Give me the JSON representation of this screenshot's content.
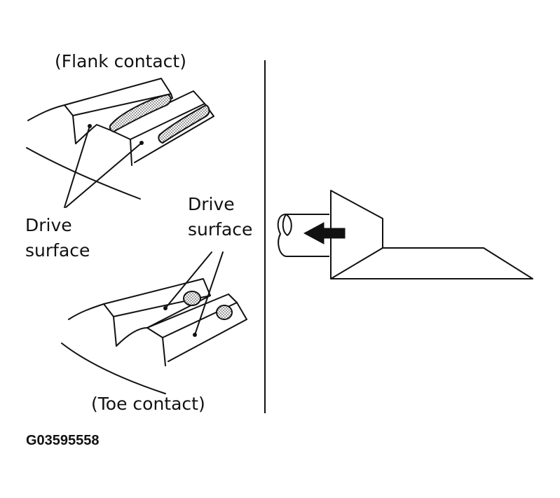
{
  "labels": {
    "flank_contact": "(Flank contact)",
    "toe_contact": "(Toe contact)",
    "drive_surface_left_line1": "Drive",
    "drive_surface_left_line2": "surface",
    "drive_surface_right_line1": "Drive",
    "drive_surface_right_line2": "surface",
    "figure_code": "G03595558"
  },
  "colors": {
    "ink": "#111111",
    "contact_patch": "#c9c9c9",
    "background": "#ffffff"
  }
}
